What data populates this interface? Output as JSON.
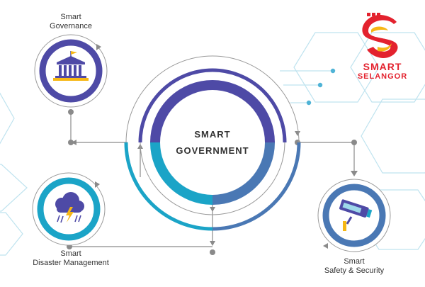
{
  "colors": {
    "purple": "#4e4aa6",
    "teal": "#1ba4c7",
    "slate_blue": "#4a78b4",
    "connector": "#8a8a8a",
    "hexagon_outline": "#bfe3ef",
    "brand_red": "#e3222e",
    "brand_yellow": "#f6b715"
  },
  "center": {
    "line1": "SMART",
    "line2": "GOVERNMENT"
  },
  "nodes": {
    "governance": {
      "line1": "Smart",
      "line2": "Governance",
      "icon": "government-building-icon"
    },
    "disaster": {
      "line1": "Smart",
      "line2": "Disaster Management",
      "icon": "storm-cloud-icon"
    },
    "safety": {
      "line1": "Smart",
      "line2": "Safety & Security",
      "icon": "security-camera-icon"
    }
  },
  "logo": {
    "line1": "SMART",
    "line2": "SELANGOR",
    "icon": "smart-selangor-logo-icon"
  }
}
